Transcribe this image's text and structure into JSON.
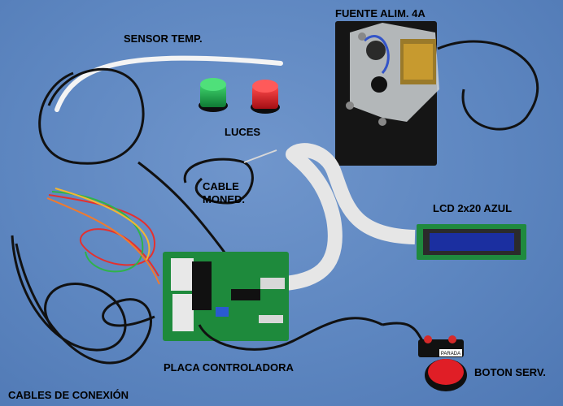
{
  "labels": {
    "power_supply": "FUENTE ALIM. 4A",
    "temp_sensor": "SENSOR TEMP.",
    "lights": "LUCES",
    "coin_cable_line1": "CABLE",
    "coin_cable_line2": "MONED.",
    "lcd": "LCD 2x20 AZUL",
    "connection_cables": "CABLES DE CONEXIÓN",
    "controller_board": "PLACA CONTROLADORA",
    "service_button": "BOTON SERV."
  },
  "button_caption": "PARADA",
  "colors": {
    "background": "#5d86c0",
    "pcb": "#1e8a3c",
    "lcd_screen": "#1b2fa0",
    "led_green": "#18b04a",
    "led_red": "#e0202a",
    "ribbon": "#e8e8e8",
    "wire_black": "#111111",
    "mount_board": "#141414"
  }
}
